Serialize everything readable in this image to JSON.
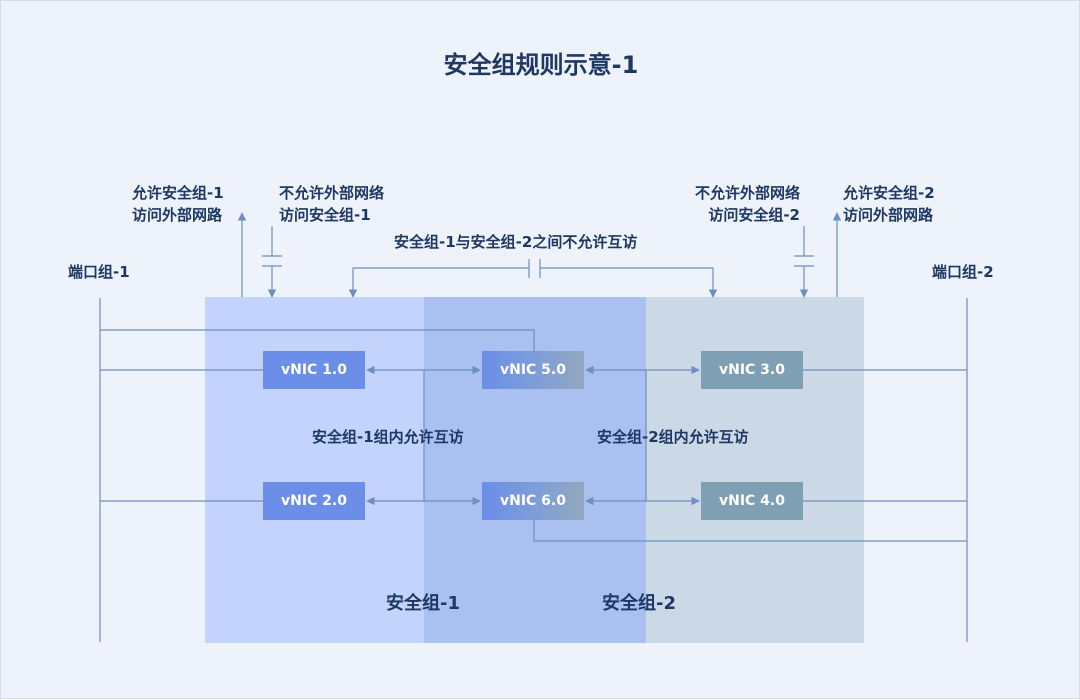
{
  "title": "安全组规则示意-1",
  "port_groups": {
    "left": "端口组-1",
    "right": "端口组-2"
  },
  "annotations": {
    "allow_sg1_external_l1": "允许安全组-1",
    "allow_sg1_external_l2": "访问外部网路",
    "deny_external_sg1_l1": "不允许外部网络",
    "deny_external_sg1_l2": "访问安全组-1",
    "deny_external_sg2_l1": "不允许外部网络",
    "deny_external_sg2_l2": "访问安全组-2",
    "allow_sg2_external_l1": "允许安全组-2",
    "allow_sg2_external_l2": "访问外部网路",
    "between_groups": "安全组-1与安全组-2之间不允许互访"
  },
  "zones": {
    "sg1_internal": "安全组-1组内允许互访",
    "sg2_internal": "安全组-2组内允许互访",
    "sg1_name": "安全组-1",
    "sg2_name": "安全组-2"
  },
  "nics": {
    "nic1": "vNIC 1.0",
    "nic2": "vNIC 2.0",
    "nic3": "vNIC 3.0",
    "nic4": "vNIC 4.0",
    "nic5": "vNIC 5.0",
    "nic6": "vNIC 6.0"
  },
  "colors": {
    "sg1_zone": "#c3d3fb",
    "overlap_zone": "#a9c0f0",
    "sg2_zone": "#cbd8e6",
    "nic_blue": "#6b8ee8",
    "nic_gray": "#7f9fb5",
    "line": "#6e8fbf"
  }
}
